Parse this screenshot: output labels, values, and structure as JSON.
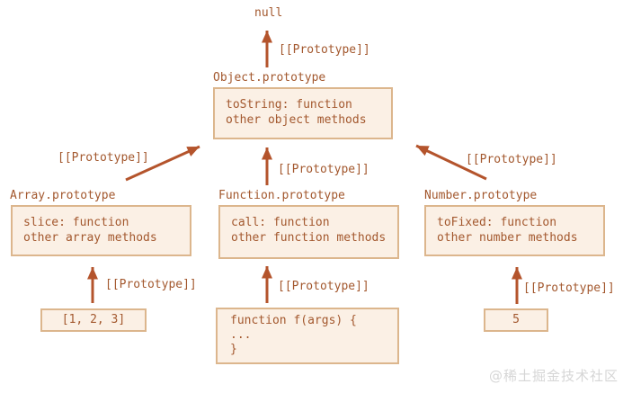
{
  "diagram": {
    "null_label": "null",
    "edge_label": "[[Prototype]]",
    "nodes": {
      "object_prototype": {
        "title": "Object.prototype",
        "line1": "toString: function",
        "line2": "other object methods"
      },
      "array_prototype": {
        "title": "Array.prototype",
        "line1": "slice: function",
        "line2": "other array methods"
      },
      "function_prototype": {
        "title": "Function.prototype",
        "line1": "call: function",
        "line2": "other function methods"
      },
      "number_prototype": {
        "title": "Number.prototype",
        "line1": "toFixed: function",
        "line2": "other number methods"
      },
      "array_instance": {
        "value": "[1, 2, 3]"
      },
      "function_instance": {
        "line1": "function f(args) {",
        "line2": "...",
        "line3": "}"
      },
      "number_instance": {
        "value": "5"
      }
    },
    "colors": {
      "text": "#a3582e",
      "arrow": "#b4542c",
      "box_border": "#dcb68d",
      "box_background": "#fbf0e5",
      "watermark": "#d6d6d6"
    },
    "watermark": "@稀土掘金技术社区"
  }
}
